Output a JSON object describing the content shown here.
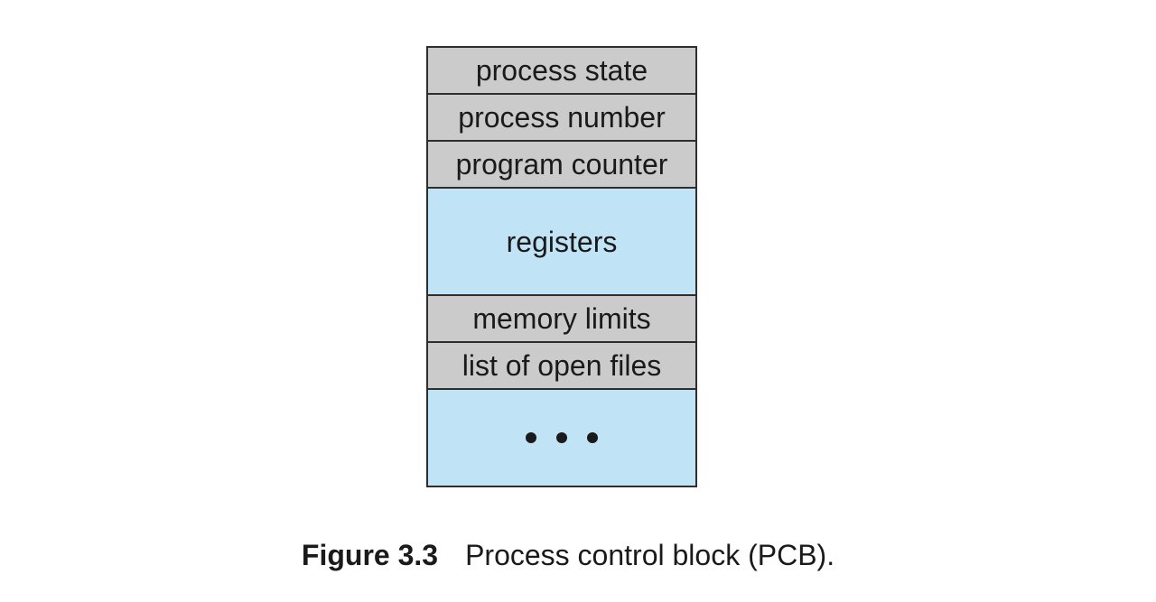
{
  "colors": {
    "page-bg": "#ffffff",
    "row-gray": "#cbcbcb",
    "row-blue": "#c0e3f5",
    "border": "#2e2e2e",
    "text": "#1a1a1a"
  },
  "figure": {
    "rows": [
      {
        "label": "process state"
      },
      {
        "label": "process number"
      },
      {
        "label": "program counter"
      },
      {
        "label": "registers"
      },
      {
        "label": "memory limits"
      },
      {
        "label": "list of open files"
      }
    ],
    "ellipsis": {
      "icon": "three-dots-icon",
      "count": 3
    },
    "caption": {
      "label": "Figure 3.3",
      "text": "Process control block (PCB)."
    }
  }
}
